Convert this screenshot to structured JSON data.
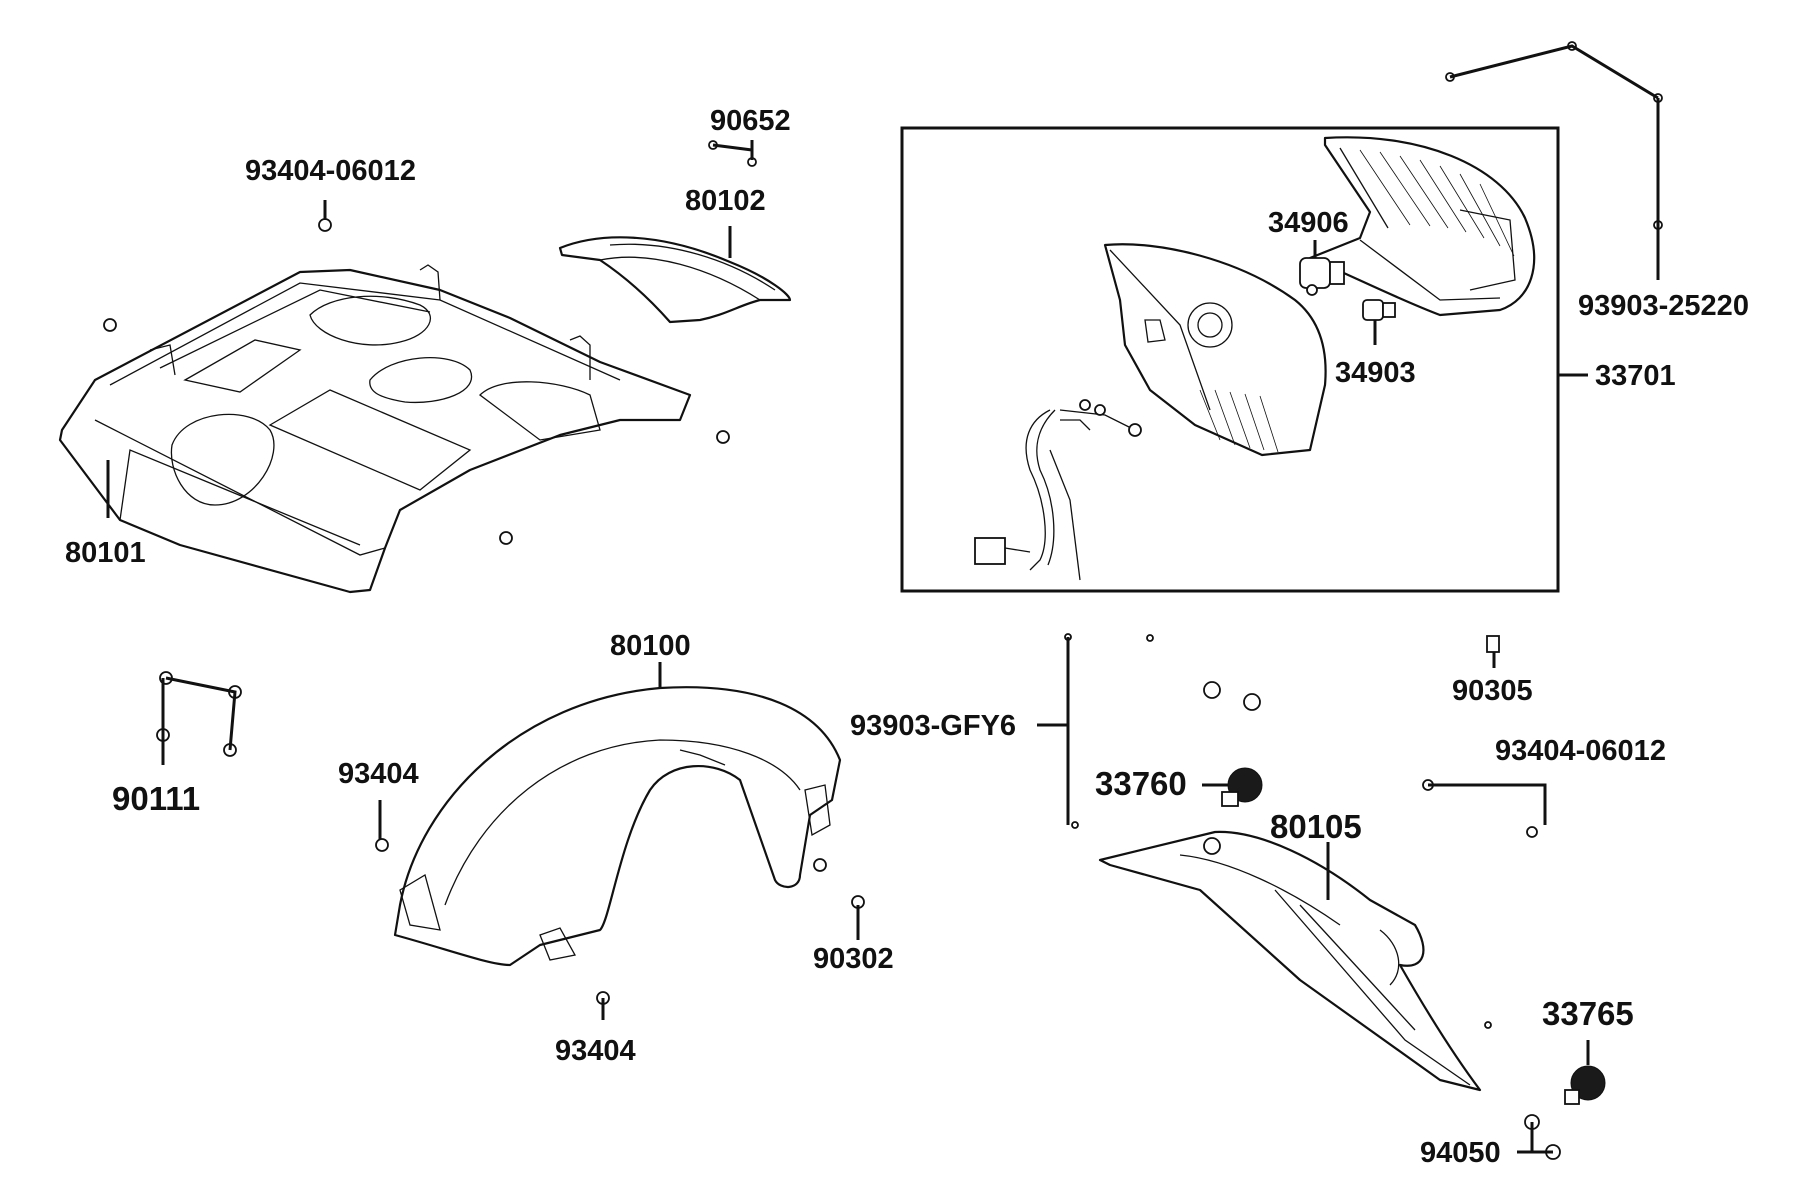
{
  "parts": {
    "p90652": "90652",
    "p93404_06012_top": "93404-06012",
    "p80102": "80102",
    "p80101": "80101",
    "p34906": "34906",
    "p34903": "34903",
    "p33701": "33701",
    "p93903_25220": "93903-25220",
    "p80100": "80100",
    "p90111": "90111",
    "p93404_left": "93404",
    "p93404_bottom": "93404",
    "p90302": "90302",
    "p93903_gfy6": "93903-GFY6",
    "p90305": "90305",
    "p93404_06012_right": "93404-06012",
    "p33760": "33760",
    "p80105": "80105",
    "p33765": "33765",
    "p94050": "94050"
  }
}
